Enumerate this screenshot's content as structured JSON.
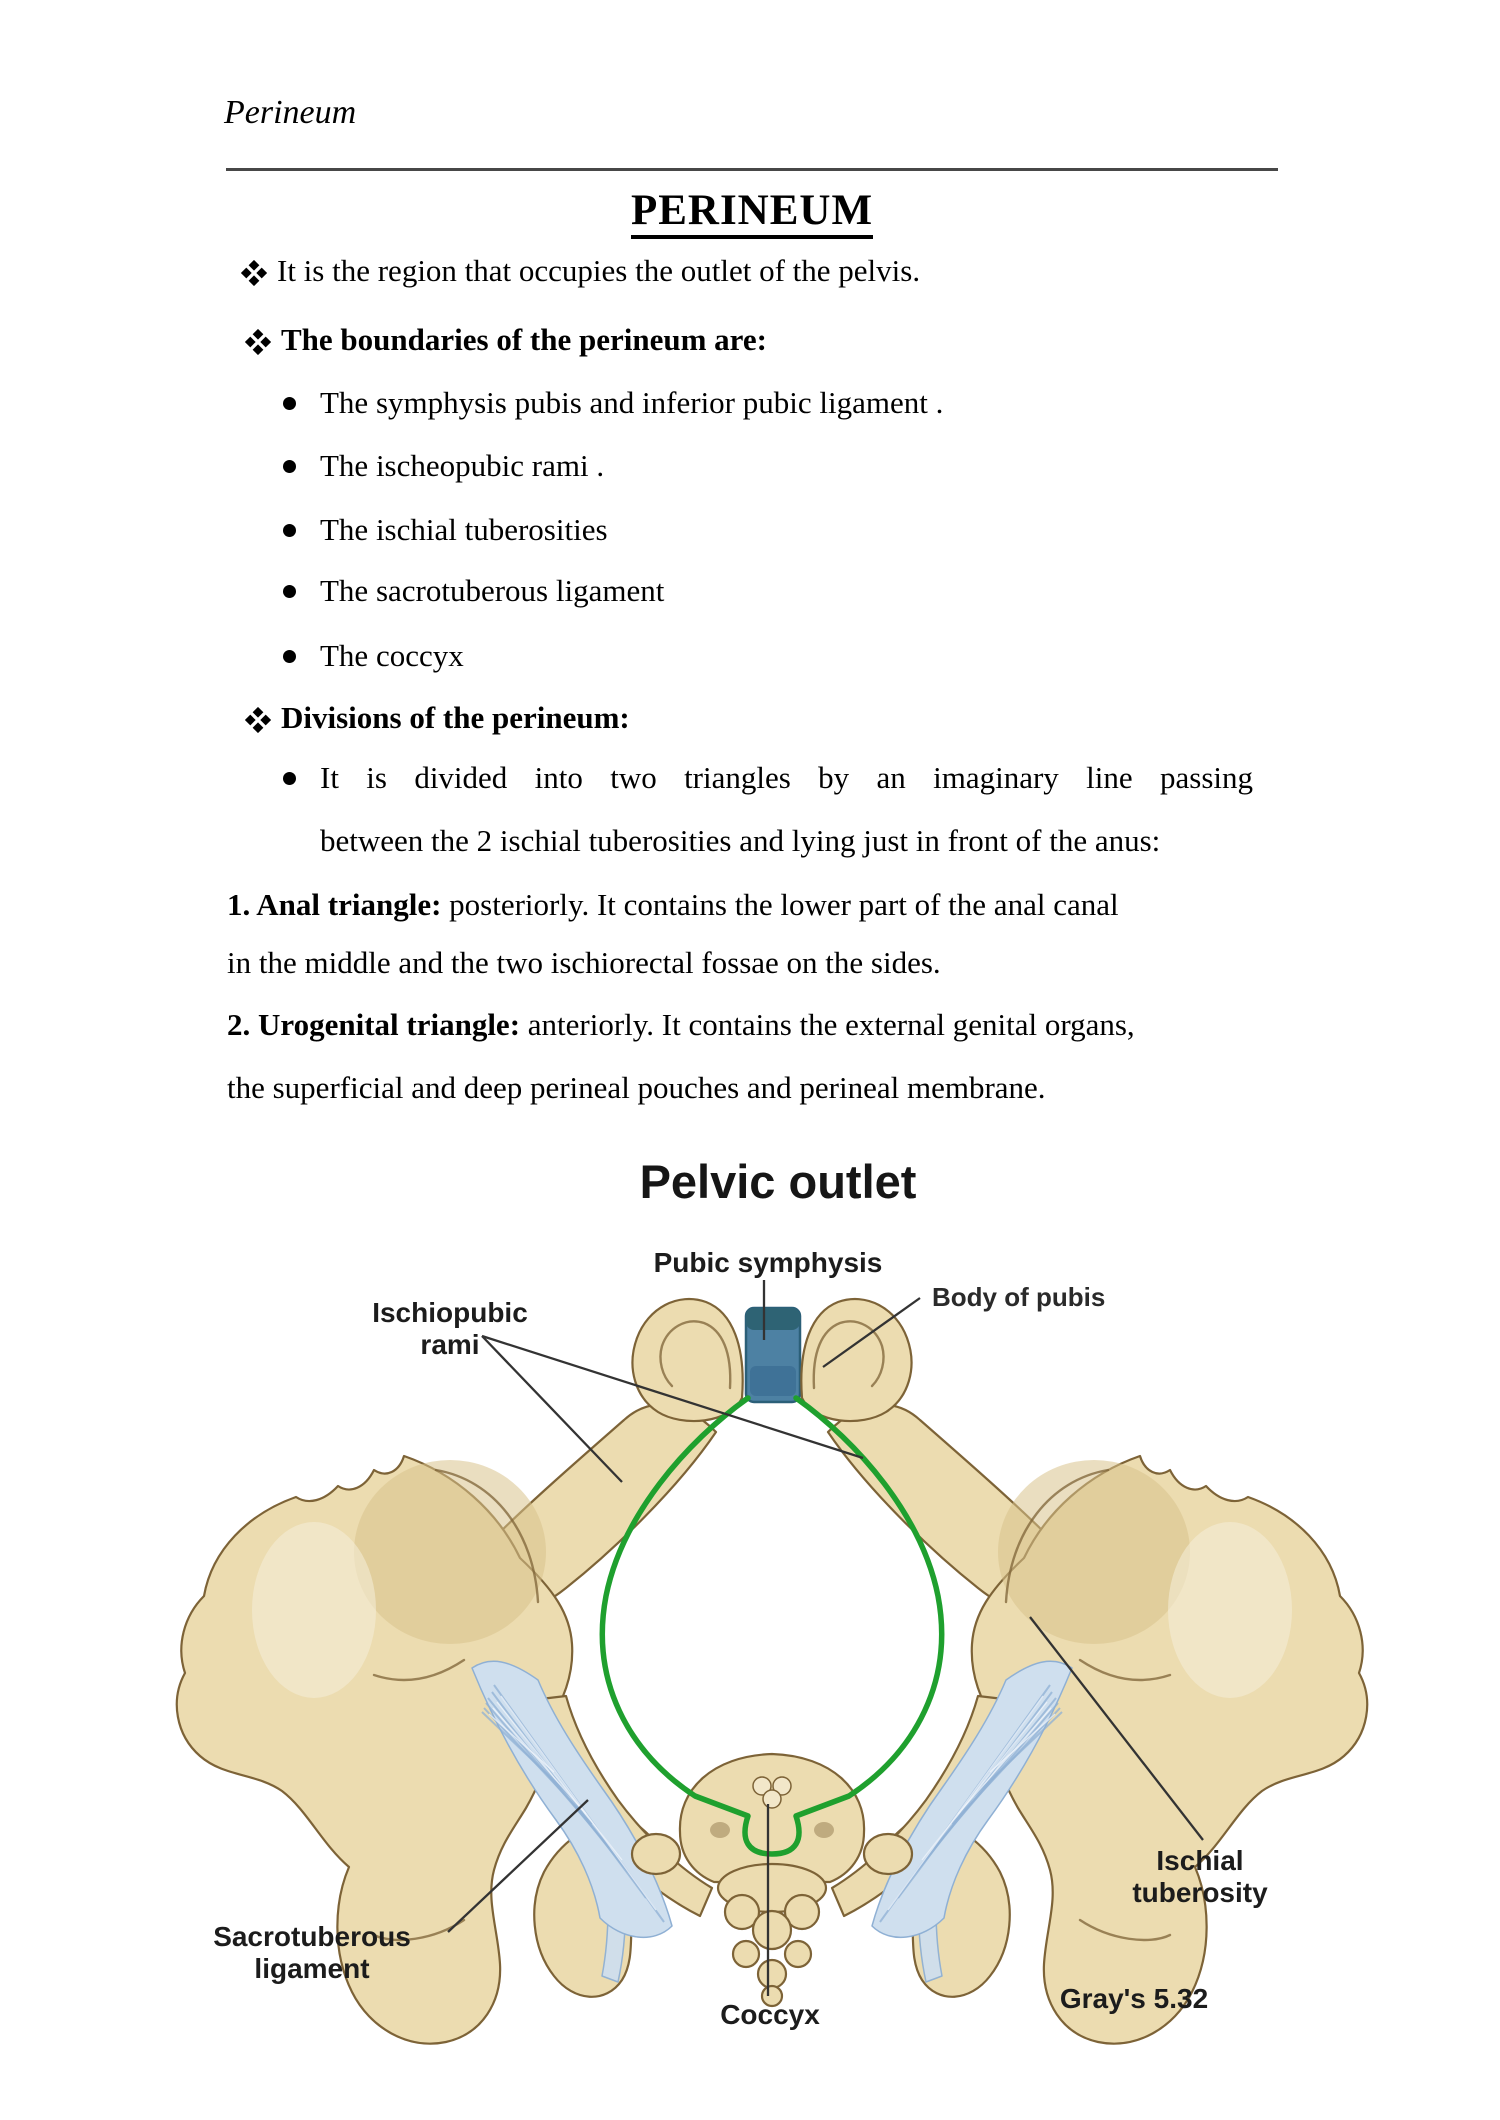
{
  "page": {
    "header": "Perineum",
    "title": "PERINEUM"
  },
  "doc": {
    "lines": [
      {
        "text": "It is the region that occupies the outlet of the pelvis."
      },
      {
        "text": "The boundaries of the perineum are:"
      },
      {
        "text": "The symphysis pubis and inferior pubic ligament ."
      },
      {
        "text": "The ischeopubic rami ."
      },
      {
        "text": "The ischial tuberosities"
      },
      {
        "text": "The sacrotuberous ligament"
      },
      {
        "text": "The coccyx"
      },
      {
        "text": "Divisions of the perineum:"
      },
      {
        "text": "It is divided into two triangles by an imaginary line passing"
      },
      {
        "text": "between the 2 ischial tuberosities and lying just in front of the anus:"
      },
      {
        "lead": "1. Anal triangle:",
        "text": " posteriorly. It contains the lower part of the anal canal"
      },
      {
        "text": "in the middle  and the two ischiorectal fossae on the sides."
      },
      {
        "lead": "2. Urogenital triangle:",
        "text": " anteriorly. It contains the external genital organs,"
      },
      {
        "text": "the superficial and deep perineal pouches and perineal membrane."
      }
    ]
  },
  "figure": {
    "title": "Pelvic outlet",
    "caption": "Gray's 5.32",
    "labels": {
      "pubic_symphysis": "Pubic symphysis",
      "body_of_pubis": "Body of pubis",
      "ischiopubic_l1": "Ischiopubic",
      "ischiopubic_l2": "rami",
      "sacrotuberous_l1": "Sacrotuberous",
      "sacrotuberous_l2": "ligament",
      "coccyx": "Coccyx",
      "ischial_l1": "Ischial",
      "ischial_l2": "tuberosity"
    },
    "colors": {
      "bone": "#ecdcb0",
      "bone_shade": "#d9c38c",
      "bone_outline": "#7d6337",
      "ligament": "#cfdfee",
      "ligament_line": "#8fb0d4",
      "outlet_green": "#1fa02e",
      "symphysis_blue": "#4d81a3",
      "symphysis_dark": "#2e6374",
      "leader": "#333333"
    }
  }
}
